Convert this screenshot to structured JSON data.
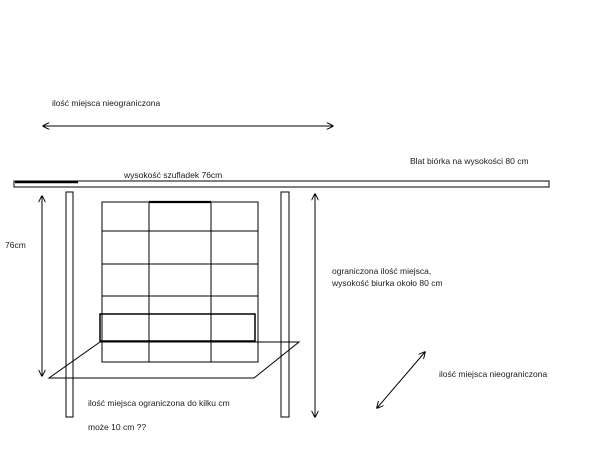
{
  "labels": {
    "space_unlimited_top": "ilość miejsca nieograniczona",
    "desk_top": "Blat biórka na wysokości 80 cm",
    "drawer_height": "wysokość szufladek 76cm",
    "height_76": "76cm",
    "limited_space_1": "ograniczona ilość miejsca,",
    "limited_space_2": "wysokość biurka około 80 cm",
    "space_unlimited_right": "ilość miejsca nieograniczona",
    "limited_few_cm": "ilość miejsca ograniczona do kilku cm",
    "maybe_10cm": "może 10 cm ??"
  },
  "colors": {
    "stroke": "#000000",
    "text": "#1a1a1a",
    "background": "#ffffff"
  }
}
